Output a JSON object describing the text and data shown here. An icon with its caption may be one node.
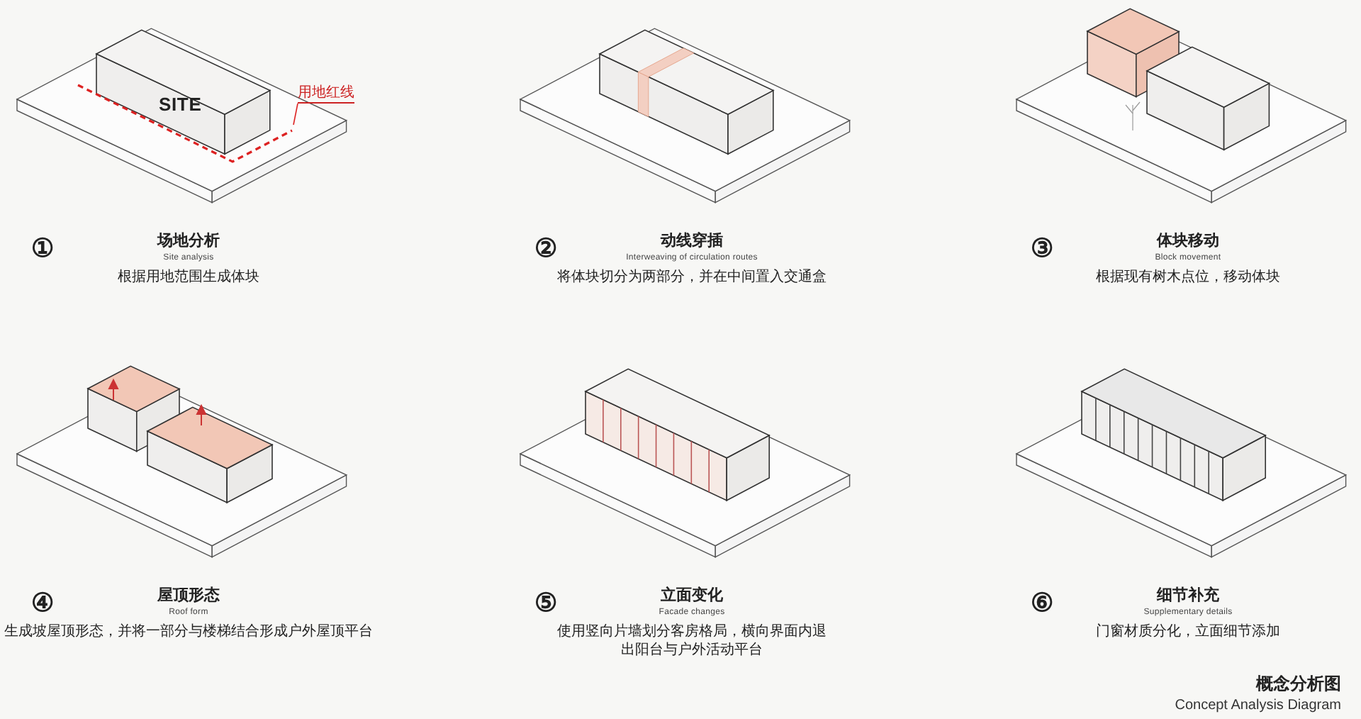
{
  "diagram": {
    "title": "概念分析图",
    "caption": "Concept Analysis Diagram",
    "nodes": [
      {
        "text": [
          "用地红线"
        ]
      },
      {
        "text": [],
        "shape": "line"
      }
    ],
    "edges": [
      {
        "from": 0,
        "to": 1,
        "arrow": "none"
      }
    ],
    "labels": [
      "SITE",
      "①",
      "场地分析",
      "Site analysis",
      "根据用地范围生成体块",
      "②",
      "动线穿插",
      "Interweaving of circulation routes",
      "将体块切分为两部分，并在中间置入交通盒",
      "③",
      "体块移动",
      "Block movement",
      "根据现有树木点位，移动体块",
      "④",
      "屋顶形态",
      "Roof form",
      "生成坡屋顶形态，并将一部分与楼梯结合形成户外屋顶平台",
      "⑤",
      "立面变化",
      "Facade changes",
      "使用竖向片墙划分客房格局，横向界面内退出阳台与户外活动平台",
      "⑥",
      "细节补充",
      "Supplementary details",
      "门窗材质分化，立面细节添加"
    ]
  }
}
